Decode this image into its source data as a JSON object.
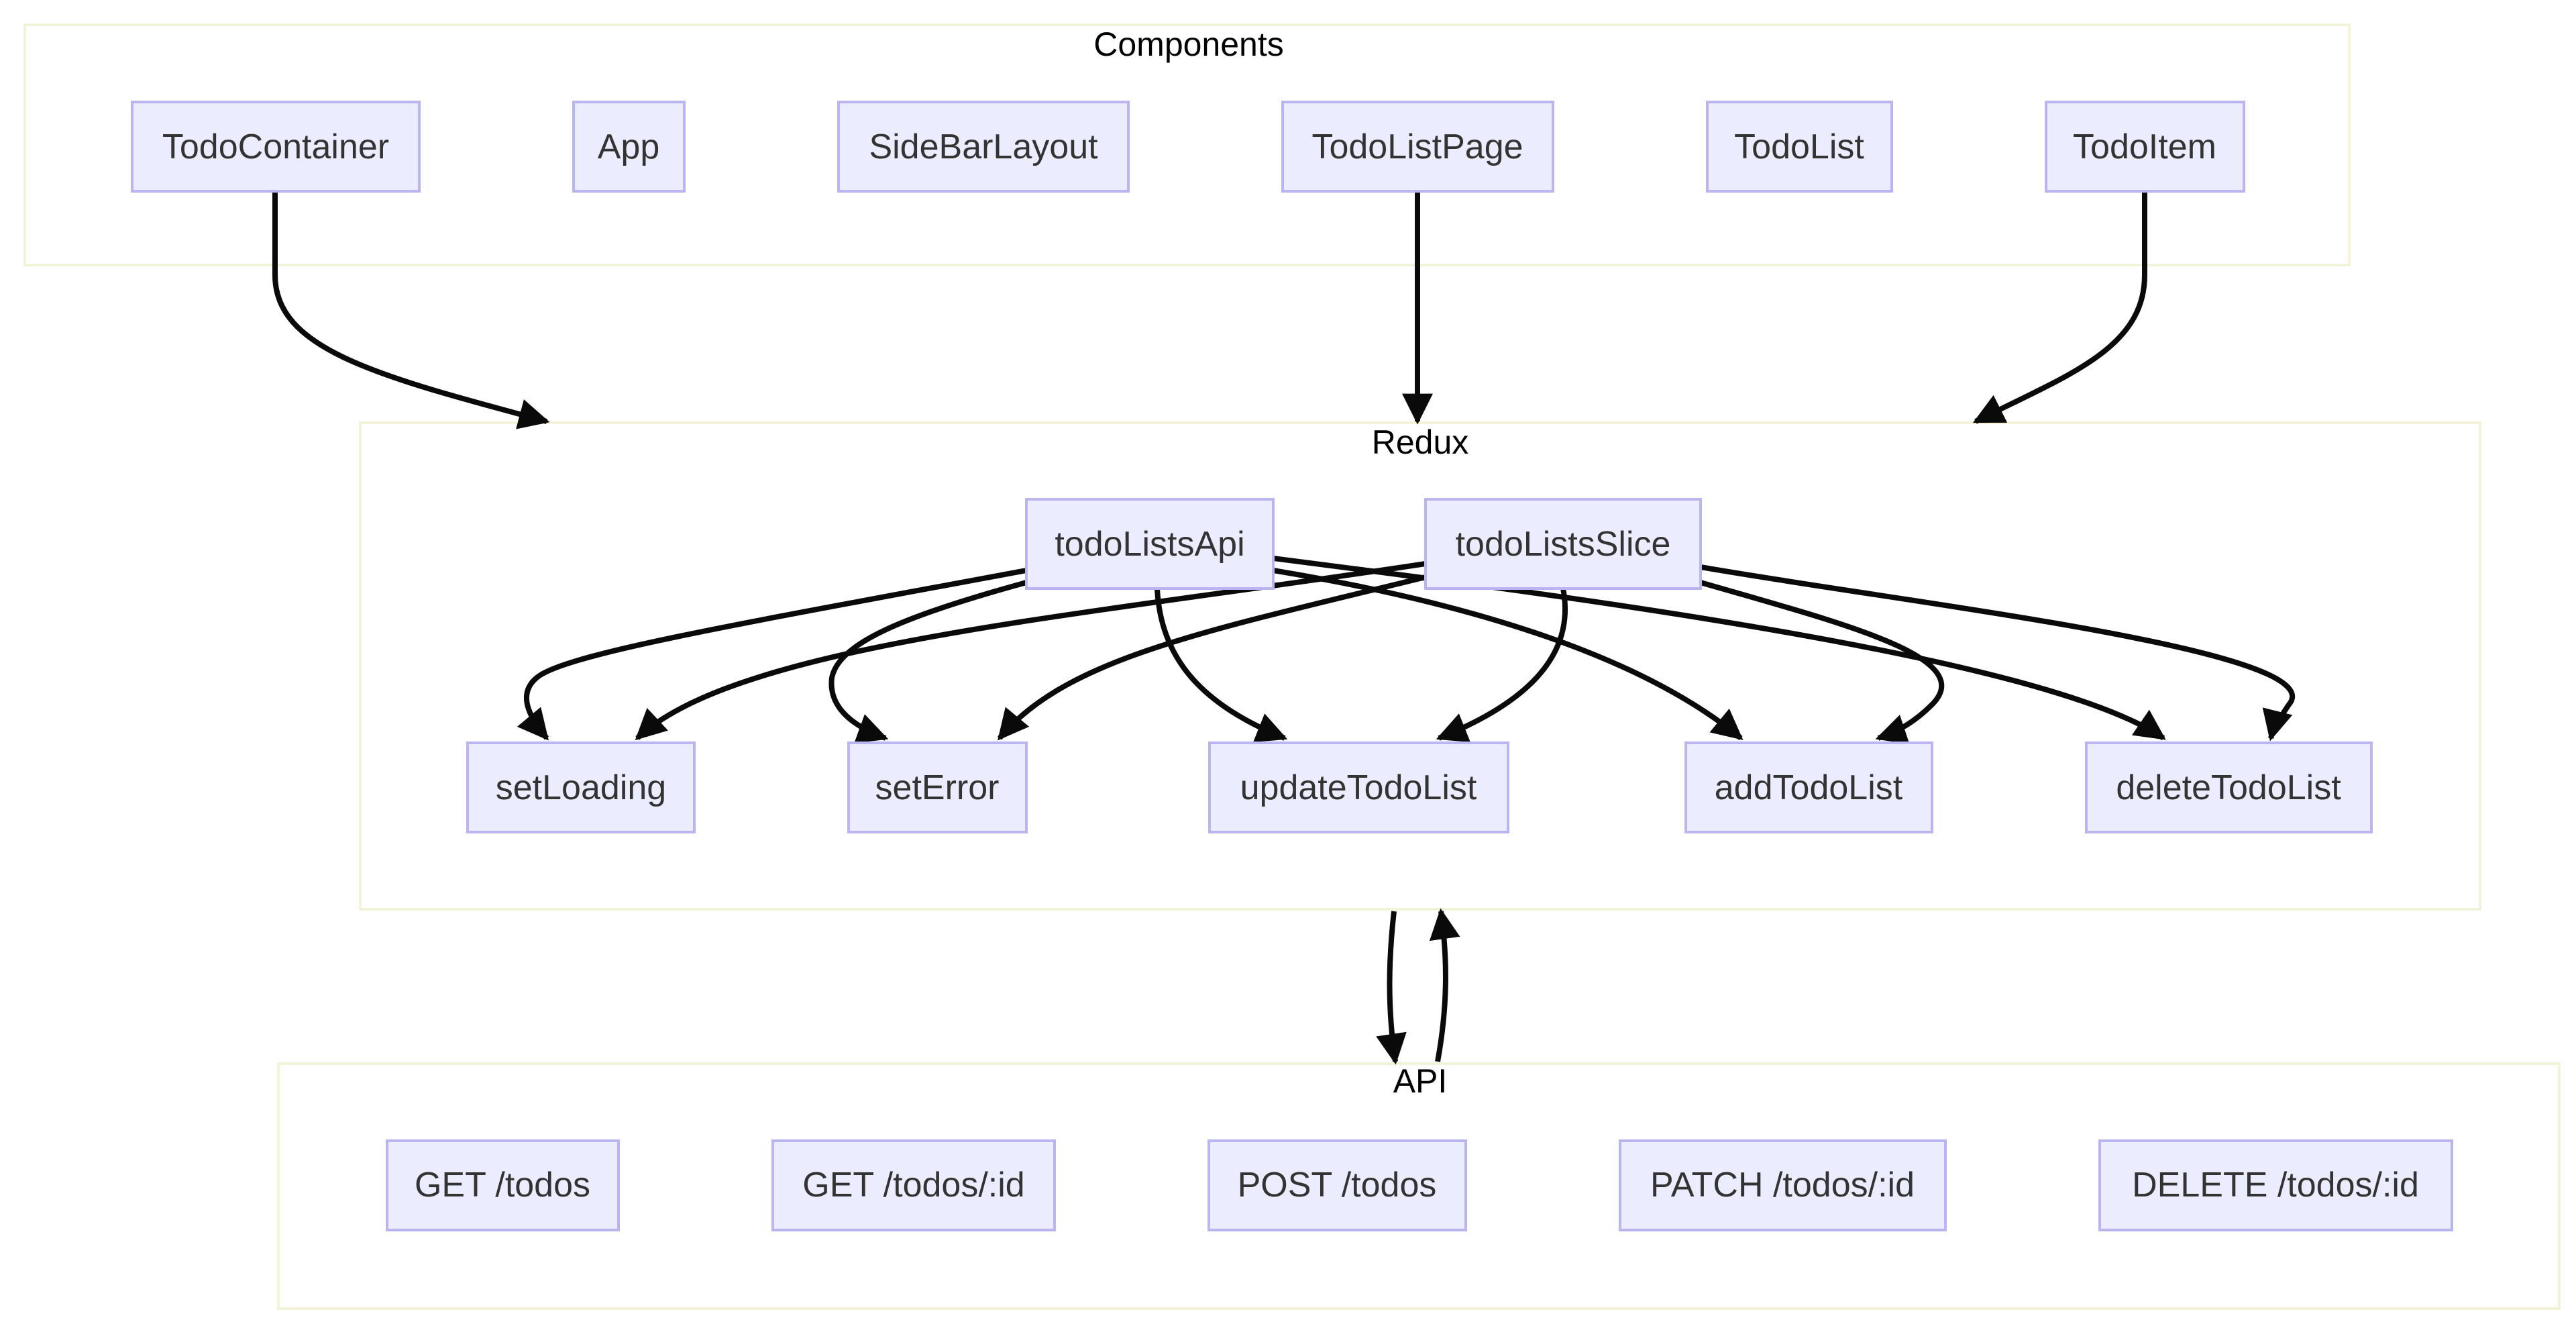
{
  "clusters": {
    "components": "Components",
    "redux": "Redux",
    "api": "API"
  },
  "nodes": {
    "todo_container": "TodoContainer",
    "app": "App",
    "side_bar_layout": "SideBarLayout",
    "todo_list_page": "TodoListPage",
    "todo_list": "TodoList",
    "todo_item": "TodoItem",
    "todo_lists_api": "todoListsApi",
    "todo_lists_slice": "todoListsSlice",
    "set_loading": "setLoading",
    "set_error": "setError",
    "update_todo_list": "updateTodoList",
    "add_todo_list": "addTodoList",
    "delete_todo_list": "deleteTodoList",
    "get_todos": "GET /todos",
    "get_todo_by_id": "GET /todos/:id",
    "post_todos": "POST /todos",
    "patch_todo": "PATCH /todos/:id",
    "delete_todo": "DELETE /todos/:id"
  },
  "colors": {
    "node_fill": "#ececff",
    "node_border": "#b8b5f0",
    "cluster_border": "#f3f3da",
    "edge": "#0a0a0a"
  }
}
